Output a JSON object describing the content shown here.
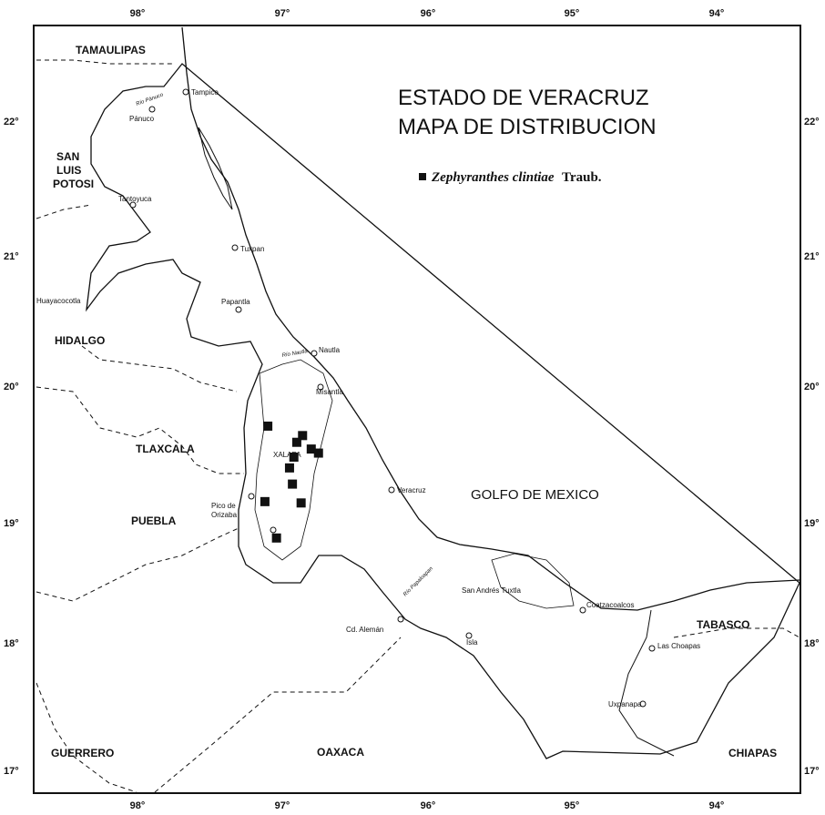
{
  "map": {
    "title_line1": "ESTADO DE VERACRUZ",
    "title_line2": "MAPA DE DISTRIBUCION",
    "legend": {
      "symbol": "filled-square",
      "species": "Zephyranthes clintiae",
      "author": "Traub.",
      "color": "#111111"
    },
    "water_label": "GOLFO DE MEXICO",
    "states": [
      "TAMAULIPAS",
      "SAN",
      "LUIS",
      "POTOSI",
      "HIDALGO",
      "TLAXCALA",
      "PUEBLA",
      "GUERRERO",
      "OAXACA",
      "TABASCO",
      "CHIAPAS"
    ],
    "cities": [
      "Tampico",
      "Pánuco",
      "Tantoyuca",
      "Tuxpan",
      "Papantla",
      "Nautla",
      "Misantla",
      "XALAPA",
      "Veracruz",
      "Pico de",
      "Orizaba",
      "Cd. Alemán",
      "San Andrés Tuxtla",
      "Coatzacoalcos",
      "Isla",
      "Las Choapas",
      "Uxpanapa",
      "Huayacocotla"
    ],
    "rivers": [
      "Río Pánuco",
      "Río Nautla",
      "Río Papaloapan"
    ],
    "longitude_labels": [
      "98°",
      "97°",
      "96°",
      "95°",
      "94°"
    ],
    "latitude_labels": [
      "22°",
      "21°",
      "20°",
      "19°",
      "18°",
      "17°"
    ],
    "records": [
      {
        "lon": -97.1,
        "lat": 19.73
      },
      {
        "lon": -96.86,
        "lat": 19.66
      },
      {
        "lon": -96.9,
        "lat": 19.61
      },
      {
        "lon": -96.8,
        "lat": 19.56
      },
      {
        "lon": -96.75,
        "lat": 19.53
      },
      {
        "lon": -96.92,
        "lat": 19.5
      },
      {
        "lon": -96.95,
        "lat": 19.42
      },
      {
        "lon": -96.93,
        "lat": 19.3
      },
      {
        "lon": -97.12,
        "lat": 19.17
      },
      {
        "lon": -96.87,
        "lat": 19.16
      },
      {
        "lon": -97.04,
        "lat": 18.9
      }
    ]
  }
}
